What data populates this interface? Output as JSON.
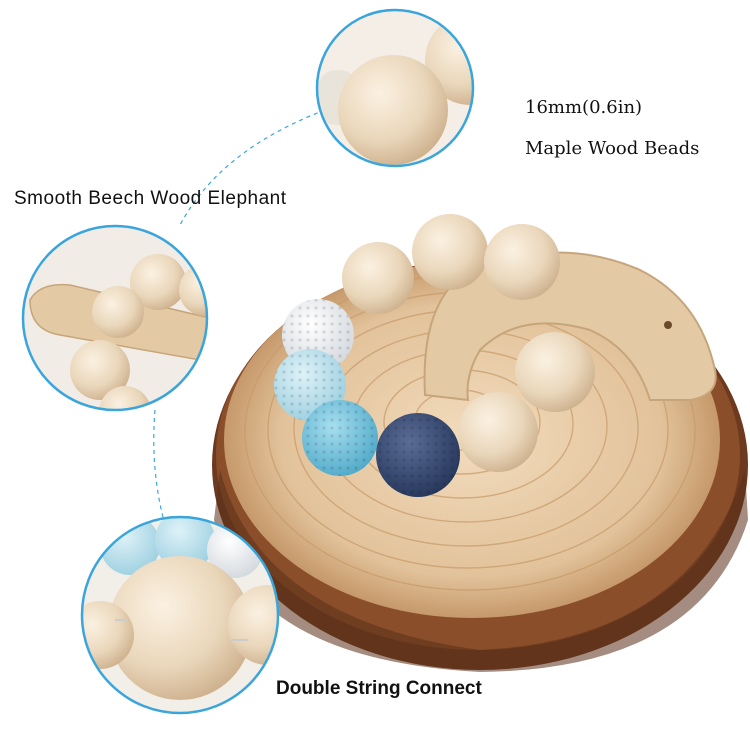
{
  "labels": {
    "bead_size": "16mm(0.6in)",
    "bead_material": "Maple Wood Beads",
    "elephant": "Smooth Beech Wood Elephant",
    "string": "Double String Connect"
  },
  "colors": {
    "callout_ring": "#3aa5dc",
    "wood_light": "#eedcc2",
    "bark": "#6e3a1f",
    "crochet_white": "#eef1f3",
    "crochet_pale_blue": "#bfe3ee",
    "crochet_sky": "#7fc9e0",
    "crochet_navy": "#33466e"
  }
}
